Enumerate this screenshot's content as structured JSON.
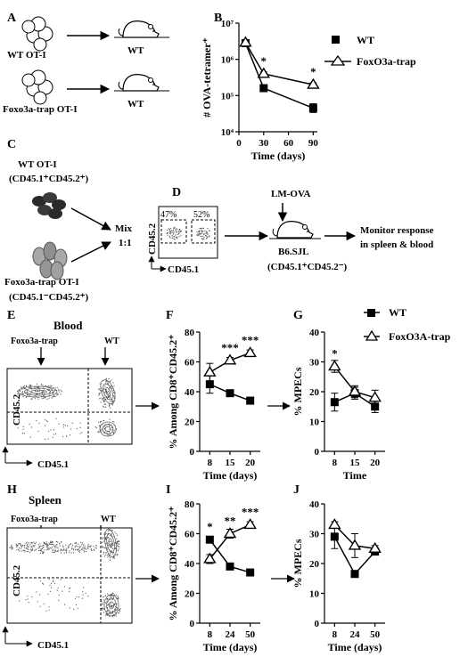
{
  "panels": {
    "A": {
      "letter": "A",
      "wt_label": "WT OT-I",
      "foxo_label": "Foxo3a-trap OT-I",
      "mouse_top": "WT",
      "mouse_bottom": "WT"
    },
    "C": {
      "letter": "C",
      "wt_line1": "WT OT-I",
      "wt_line2": "(CD45.1⁺CD45.2⁺)",
      "mix_line1": "Mix",
      "mix_line2": "1:1",
      "foxo_line1": "Foxo3a-trap OT-I",
      "foxo_line2": "(CD45.1⁻CD45.2⁺)"
    },
    "D": {
      "letter": "D",
      "pct_left": "47%",
      "pct_right": "52%",
      "yaxis": "CD45.2",
      "xaxis": "CD45.1",
      "infection": "LM-OVA",
      "host_line1": "B6.SJL",
      "host_line2": "(CD45.1⁺CD45.2⁻)",
      "monitor_line1": "Monitor response",
      "monitor_line2": "in spleen & blood"
    },
    "E": {
      "letter": "E",
      "title": "Blood",
      "foxo_label": "Foxo3a-trap",
      "wt_label": "WT",
      "yaxis": "CD45.2",
      "xaxis": "CD45.1"
    },
    "H": {
      "letter": "H",
      "title": "Spleen",
      "foxo_label": "Foxo3a-trap",
      "wt_label": "WT",
      "yaxis": "CD45.2",
      "xaxis": "CD45.1"
    }
  },
  "legend_B": {
    "wt": "WT",
    "fx": "FoxO3a-trap"
  },
  "legend_G": {
    "wt": "WT",
    "fx": "FoxO3A-trap"
  },
  "chart_data": [
    {
      "panel": "B",
      "type": "line",
      "xlabel": "Time (days)",
      "ylabel": "# OVA-tetramer⁺",
      "scale_y": "log",
      "xlim": [
        0,
        95
      ],
      "ylim": [
        10000,
        10000000
      ],
      "x_ticks": [
        "0",
        "30",
        "60",
        "90"
      ],
      "y_ticks": [
        "10⁴",
        "10⁵",
        "10⁶",
        "10⁷"
      ],
      "x": [
        8,
        30,
        90
      ],
      "series": [
        {
          "name": "WT",
          "values": [
            2800000,
            160000,
            45000
          ],
          "err": [
            0.08,
            0.04,
            0.12
          ],
          "marker": "square-filled"
        },
        {
          "name": "FoxO3a-trap",
          "values": [
            2900000,
            400000,
            200000
          ],
          "err": [
            0.08,
            0.05,
            0.05
          ],
          "marker": "triangle-open"
        }
      ],
      "annotations": [
        {
          "x": 30,
          "text": "*"
        },
        {
          "x": 90,
          "text": "*"
        }
      ]
    },
    {
      "panel": "F",
      "type": "line",
      "xlabel": "Time (days)",
      "ylabel": "% Among CD8⁺CD45.2⁺",
      "xlim": [
        0,
        3
      ],
      "ylim": [
        0,
        80
      ],
      "x_ticks": [
        "8",
        "15",
        "20"
      ],
      "y_ticks": [
        "0",
        "20",
        "40",
        "60",
        "80"
      ],
      "x": [
        8,
        15,
        20
      ],
      "series": [
        {
          "name": "WT",
          "values": [
            45,
            39,
            34
          ],
          "err": [
            6,
            2,
            1
          ],
          "marker": "square-filled"
        },
        {
          "name": "FoxO3a-trap",
          "values": [
            53,
            61,
            66
          ],
          "err": [
            6,
            2,
            2
          ],
          "marker": "triangle-open"
        }
      ],
      "annotations": [
        {
          "x": 15,
          "text": "***"
        },
        {
          "x": 20,
          "text": "***"
        }
      ]
    },
    {
      "panel": "G",
      "type": "line",
      "xlabel": "Time",
      "ylabel": "% MPECs",
      "xlim": [
        0,
        3
      ],
      "ylim": [
        0,
        40
      ],
      "x_ticks": [
        "8",
        "15",
        "20"
      ],
      "y_ticks": [
        "0",
        "10",
        "20",
        "30",
        "40"
      ],
      "x": [
        8,
        15,
        20
      ],
      "series": [
        {
          "name": "WT",
          "values": [
            16.5,
            19.5,
            15
          ],
          "err": [
            3,
            2,
            2
          ],
          "marker": "square-filled"
        },
        {
          "name": "FoxO3A-trap",
          "values": [
            28.5,
            20,
            18
          ],
          "err": [
            2,
            2,
            2.5
          ],
          "marker": "triangle-open"
        }
      ],
      "annotations": [
        {
          "x": 8,
          "text": "*"
        }
      ]
    },
    {
      "panel": "I",
      "type": "line",
      "xlabel": "Time (days)",
      "ylabel": "% Among CD8⁺CD45.2⁺",
      "xlim": [
        0,
        3
      ],
      "ylim": [
        0,
        80
      ],
      "x_ticks": [
        "8",
        "24",
        "50"
      ],
      "y_ticks": [
        "0",
        "20",
        "40",
        "60",
        "80"
      ],
      "x": [
        8,
        24,
        50
      ],
      "series": [
        {
          "name": "WT",
          "values": [
            56,
            38,
            34
          ],
          "err": [
            2,
            2,
            1
          ],
          "marker": "square-filled"
        },
        {
          "name": "FoxO3a-trap",
          "values": [
            43,
            60,
            66
          ],
          "err": [
            3,
            3,
            2
          ],
          "marker": "triangle-open"
        }
      ],
      "annotations": [
        {
          "x": 8,
          "text": "*"
        },
        {
          "x": 24,
          "text": "**"
        },
        {
          "x": 50,
          "text": "***"
        }
      ]
    },
    {
      "panel": "J",
      "type": "line",
      "xlabel": "Time (days)",
      "ylabel": "% MPECs",
      "xlim": [
        0,
        3
      ],
      "ylim": [
        0,
        40
      ],
      "x_ticks": [
        "8",
        "24",
        "50"
      ],
      "y_ticks": [
        "0",
        "10",
        "20",
        "30",
        "40"
      ],
      "x": [
        8,
        24,
        50
      ],
      "series": [
        {
          "name": "WT",
          "values": [
            29,
            16.5,
            24
          ],
          "err": [
            4,
            1,
            1
          ],
          "marker": "square-filled"
        },
        {
          "name": "FoxO3a-trap",
          "values": [
            33,
            26,
            25
          ],
          "err": [
            1,
            4,
            1
          ],
          "marker": "triangle-open"
        }
      ],
      "annotations": []
    }
  ]
}
